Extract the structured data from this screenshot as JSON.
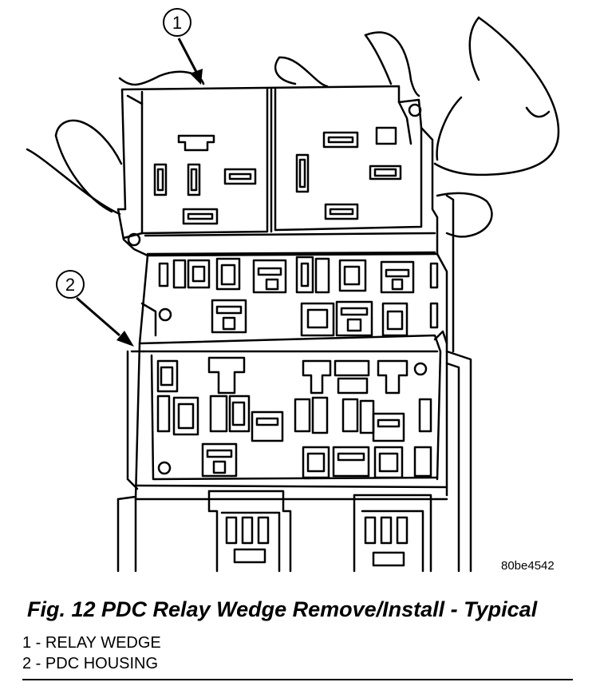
{
  "figure": {
    "image_id": "80be4542",
    "caption": "Fig. 12 PDC Relay Wedge Remove/Install - Typical",
    "callouts": [
      {
        "number": "1",
        "label": "RELAY WEDGE"
      },
      {
        "number": "2",
        "label": "PDC HOUSING"
      }
    ]
  }
}
